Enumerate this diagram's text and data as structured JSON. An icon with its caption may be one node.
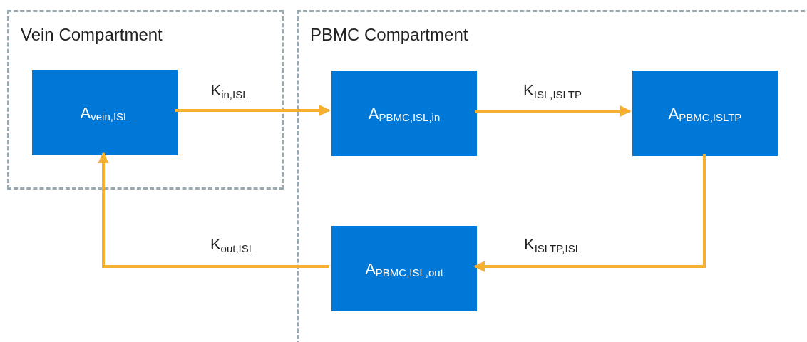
{
  "diagram": {
    "nodes": [
      {
        "text": [
          "Vein Compartment"
        ]
      },
      {
        "text": [
          "A$_{vein,ISL}$"
        ],
        "in": 0
      },
      {
        "text": [
          "PBMC Compartment"
        ]
      },
      {
        "text": [
          "A$_{PBMC,ISL,in}$"
        ],
        "in": 2
      },
      {
        "text": [
          "A$_{PBMC,ISLTP}$"
        ],
        "in": 2
      },
      {
        "text": [
          "A$_{PBMC,ISL,out}$"
        ],
        "in": 2
      }
    ],
    "edges": [
      {
        "from": 1,
        "to": 3,
        "arrow": "to",
        "label": "K$_{in,ISL}$"
      },
      {
        "from": 3,
        "to": 4,
        "arrow": "to",
        "label": "K$_{ISL,ISLTP}$"
      },
      {
        "from": 4,
        "to": 5,
        "arrow": "to",
        "label": "K$_{ISLTP,ISL}$"
      },
      {
        "from": 5,
        "to": 1,
        "arrow": "to",
        "label": "K$_{out,ISL}$"
      }
    ]
  }
}
